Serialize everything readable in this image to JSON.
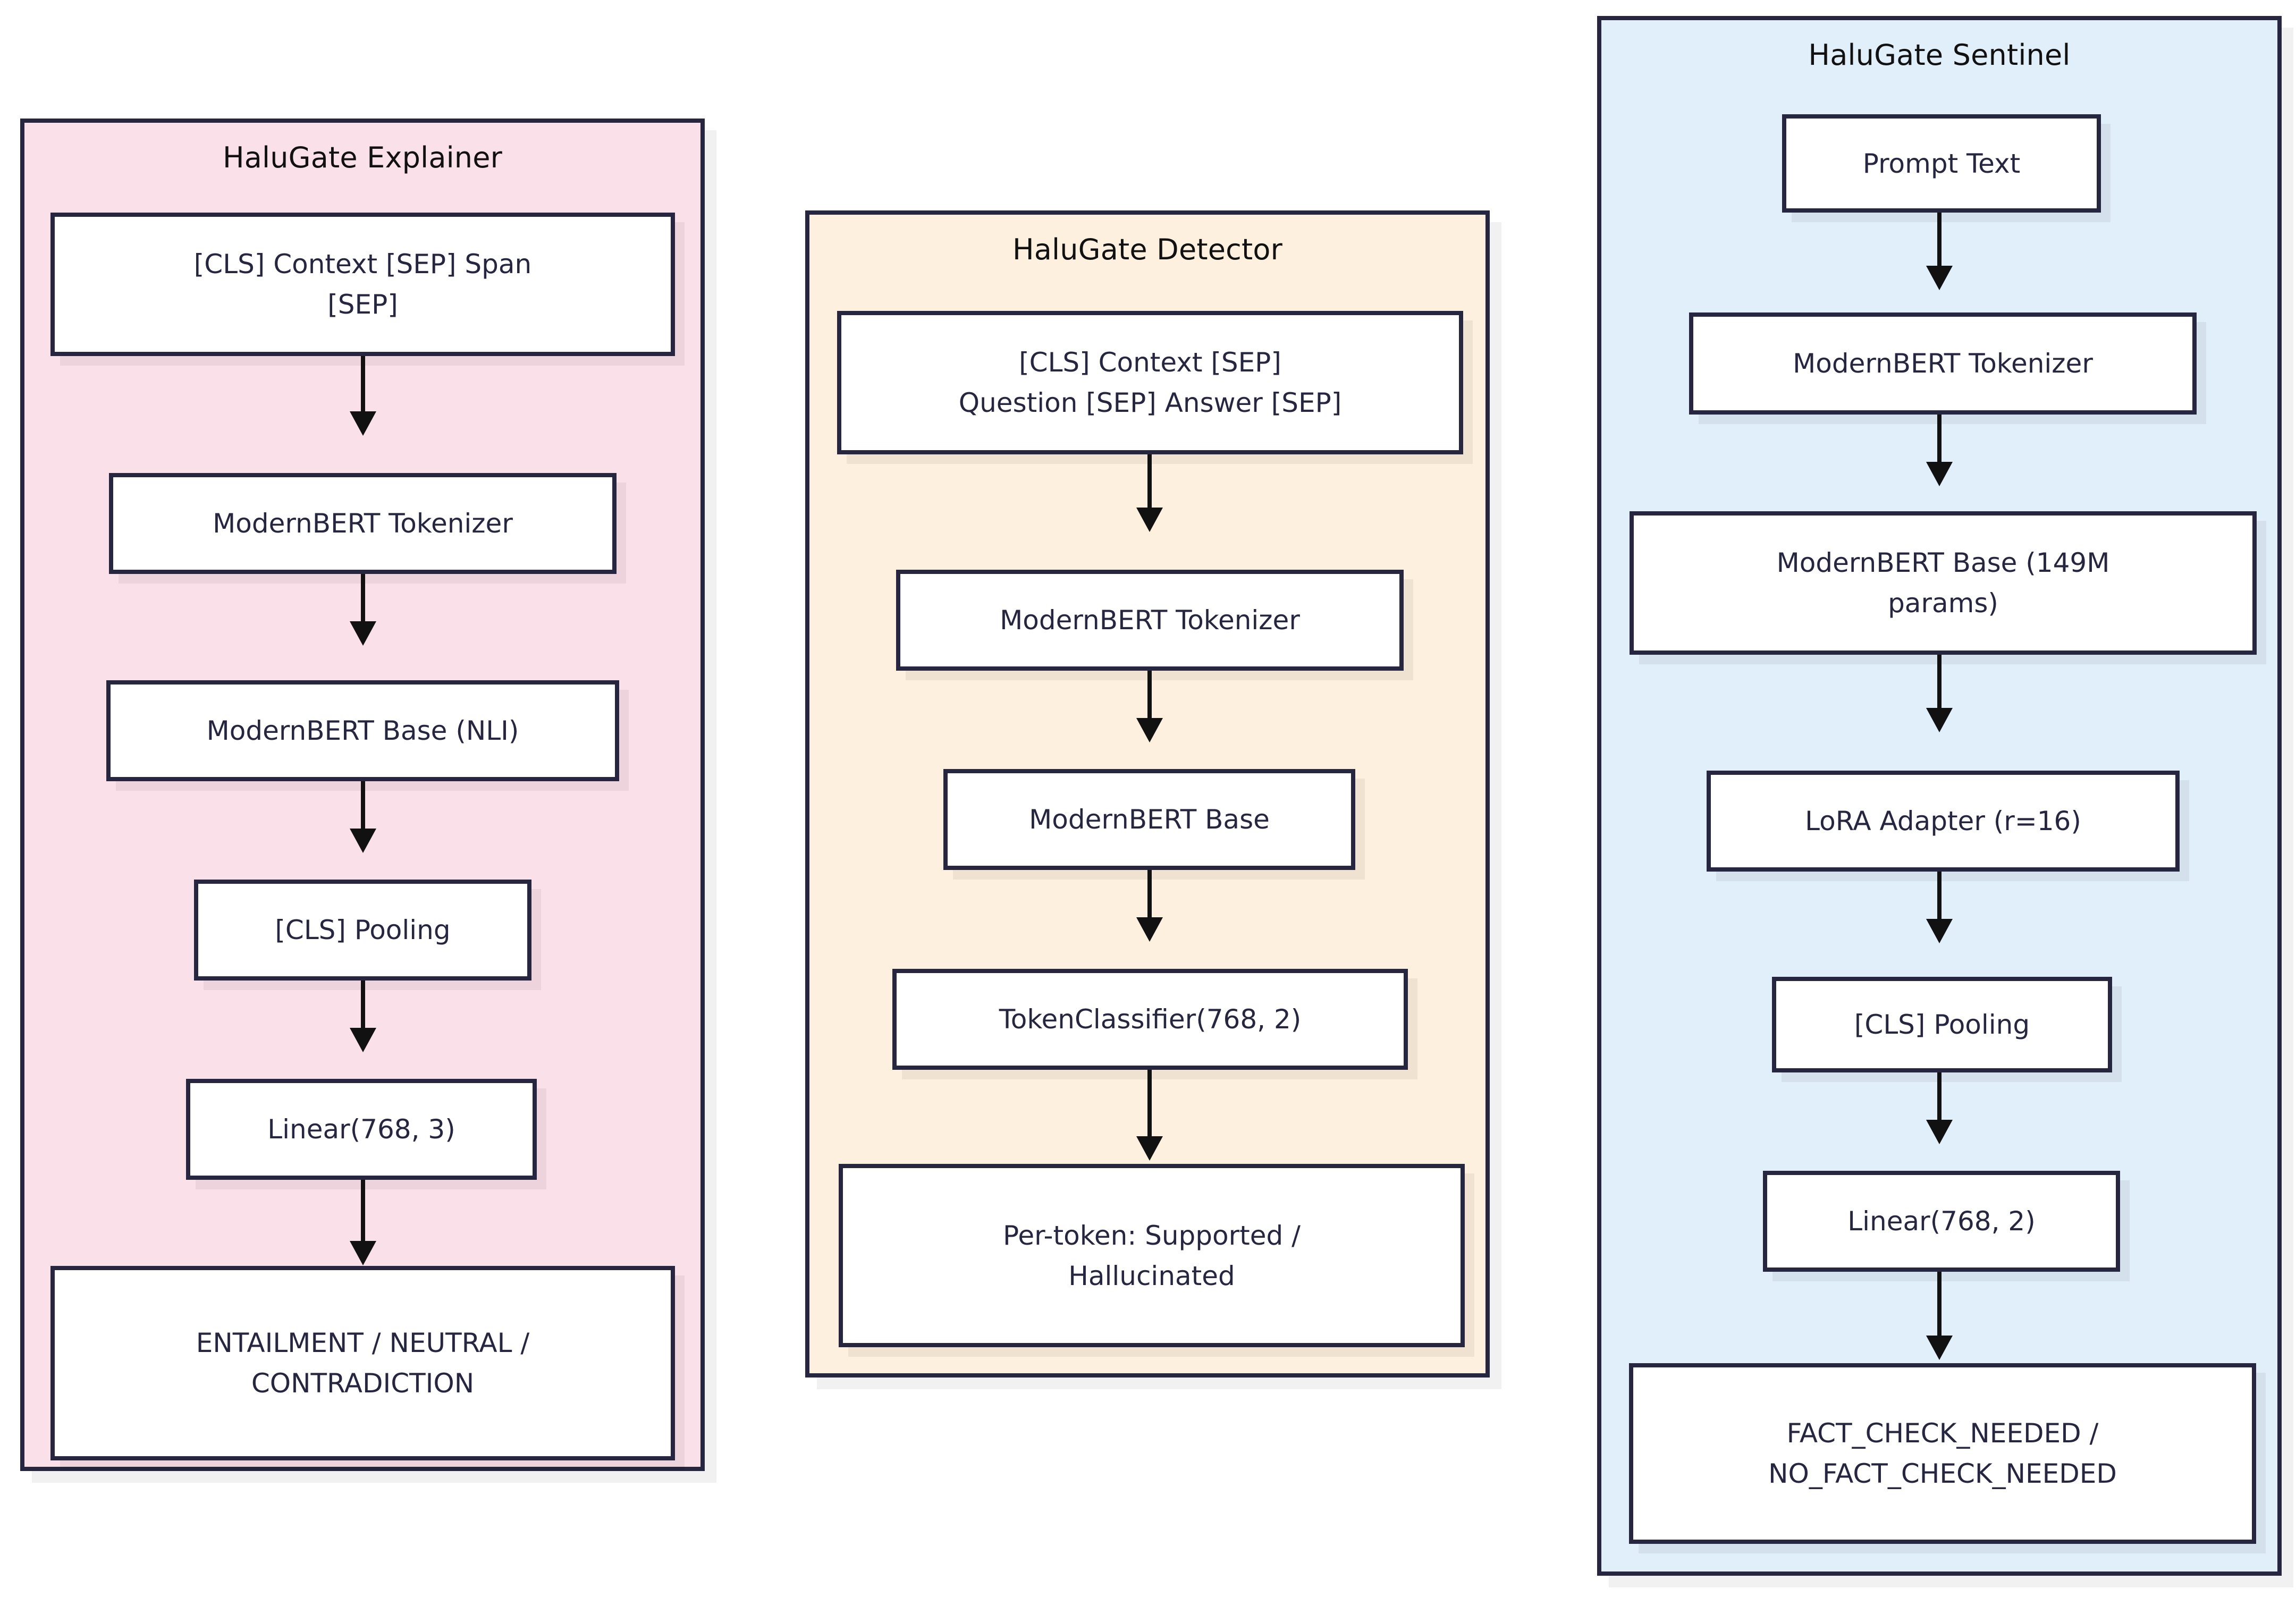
{
  "diagram": {
    "type": "flowchart",
    "direction": "top-to-bottom",
    "background": "#ffffff",
    "node_border_color": "#262640",
    "node_fill_color": "#ffffff",
    "arrow_color": "#111111"
  },
  "subgraphs": [
    {
      "id": "explainer",
      "title": "HaluGate Explainer",
      "fill": "#fae0e9",
      "nodes": [
        {
          "id": "exp-input",
          "label": "[CLS] Context [SEP] Span\n[SEP]"
        },
        {
          "id": "exp-tokenizer",
          "label": "ModernBERT Tokenizer"
        },
        {
          "id": "exp-base",
          "label": "ModernBERT Base (NLI)"
        },
        {
          "id": "exp-pooling",
          "label": "[CLS] Pooling"
        },
        {
          "id": "exp-linear",
          "label": "Linear(768, 3)"
        },
        {
          "id": "exp-output",
          "label": "ENTAILMENT / NEUTRAL /\nCONTRADICTION"
        }
      ],
      "edges": [
        [
          "exp-input",
          "exp-tokenizer"
        ],
        [
          "exp-tokenizer",
          "exp-base"
        ],
        [
          "exp-base",
          "exp-pooling"
        ],
        [
          "exp-pooling",
          "exp-linear"
        ],
        [
          "exp-linear",
          "exp-output"
        ]
      ]
    },
    {
      "id": "detector",
      "title": "HaluGate Detector",
      "fill": "#fdf0de",
      "nodes": [
        {
          "id": "det-input",
          "label": "[CLS] Context [SEP]\nQuestion [SEP] Answer [SEP]"
        },
        {
          "id": "det-tokenizer",
          "label": "ModernBERT Tokenizer"
        },
        {
          "id": "det-base",
          "label": "ModernBERT Base"
        },
        {
          "id": "det-classifier",
          "label": "TokenClassifier(768, 2)"
        },
        {
          "id": "det-output",
          "label": "Per-token: Supported /\nHallucinated"
        }
      ],
      "edges": [
        [
          "det-input",
          "det-tokenizer"
        ],
        [
          "det-tokenizer",
          "det-base"
        ],
        [
          "det-base",
          "det-classifier"
        ],
        [
          "det-classifier",
          "det-output"
        ]
      ]
    },
    {
      "id": "sentinel",
      "title": "HaluGate Sentinel",
      "fill": "#e1effb",
      "nodes": [
        {
          "id": "sen-prompt",
          "label": "Prompt Text"
        },
        {
          "id": "sen-tokenizer",
          "label": "ModernBERT Tokenizer"
        },
        {
          "id": "sen-base",
          "label": "ModernBERT Base (149M\nparams)"
        },
        {
          "id": "sen-lora",
          "label": "LoRA Adapter (r=16)"
        },
        {
          "id": "sen-pooling",
          "label": "[CLS] Pooling"
        },
        {
          "id": "sen-linear",
          "label": "Linear(768, 2)"
        },
        {
          "id": "sen-output",
          "label": "FACT_CHECK_NEEDED /\nNO_FACT_CHECK_NEEDED"
        }
      ],
      "edges": [
        [
          "sen-prompt",
          "sen-tokenizer"
        ],
        [
          "sen-tokenizer",
          "sen-base"
        ],
        [
          "sen-base",
          "sen-lora"
        ],
        [
          "sen-lora",
          "sen-pooling"
        ],
        [
          "sen-pooling",
          "sen-linear"
        ],
        [
          "sen-linear",
          "sen-output"
        ]
      ]
    }
  ]
}
